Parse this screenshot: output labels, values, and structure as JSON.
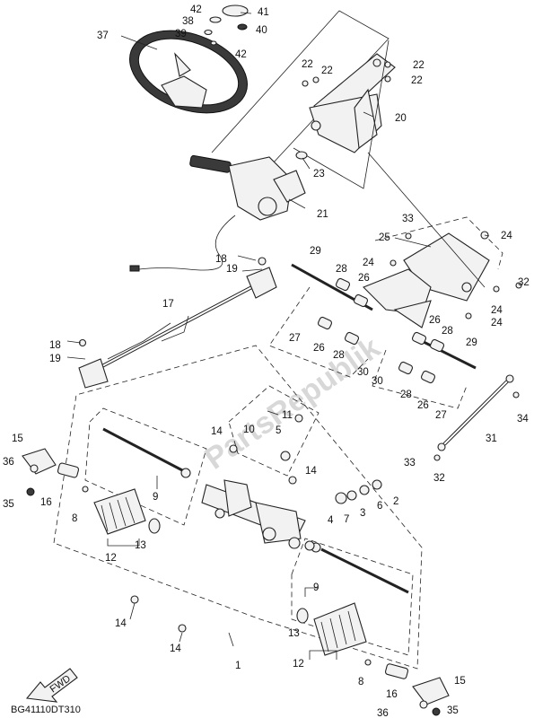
{
  "diagram": {
    "code": "BG41110DT310",
    "watermark": "PartsRepublik",
    "fwd_label": "FWD",
    "callouts": [
      "1",
      "2",
      "3",
      "4",
      "5",
      "6",
      "7",
      "8",
      "9",
      "10",
      "11",
      "12",
      "13",
      "14",
      "15",
      "16",
      "17",
      "18",
      "19",
      "20",
      "21",
      "22",
      "23",
      "24",
      "25",
      "26",
      "27",
      "28",
      "29",
      "30",
      "31",
      "32",
      "33",
      "34",
      "35",
      "36",
      "37",
      "38",
      "39",
      "40",
      "41",
      "42"
    ]
  }
}
